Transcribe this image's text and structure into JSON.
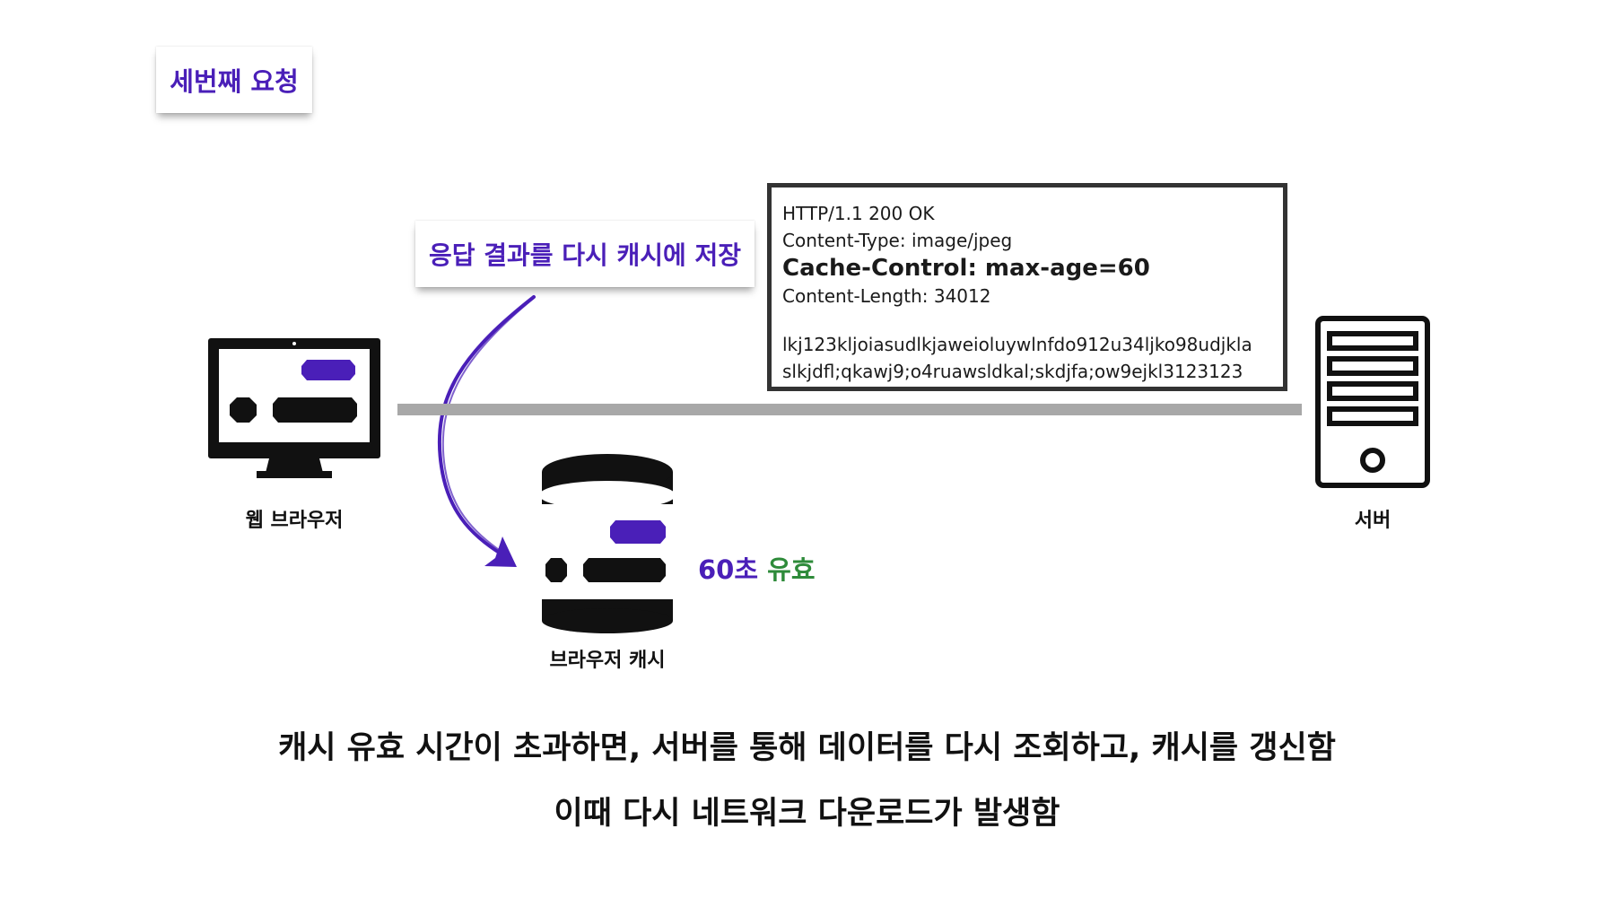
{
  "title_note": "세번째 요청",
  "saved_note": "응답 결과를 다시 캐시에 저장",
  "http_response": {
    "status_line": "HTTP/1.1 200 OK",
    "content_type": "Content-Type: image/jpeg",
    "cache_control": "Cache-Control: max-age=60",
    "content_length": "Content-Length: 34012",
    "body_line_1": "lkj123kljoiasudlkjaweioluywlnfdo912u34ljko98udjkla",
    "body_line_2": "slkjdfl;qkawj9;o4ruawsldkal;skdjfa;ow9ejkl3123123"
  },
  "browser_label": "웹 브라우저",
  "server_label": "서버",
  "cache_label": "브라우저 캐시",
  "validity": {
    "seconds": "60초",
    "valid": "유효"
  },
  "captions": {
    "line_1": "캐시 유효 시간이 초과하면, 서버를 통해 데이터를 다시 조회하고, 캐시를 갱신함",
    "line_2": "이때 다시 네트워크 다운로드가 발생함"
  },
  "colors": {
    "accent_purple": "#4a1fb8",
    "valid_green": "#2e8b3a",
    "network_line": "#a8a8a8"
  },
  "icons": {
    "browser": "monitor-icon",
    "server": "server-tower-icon",
    "cache": "database-cylinder-icon",
    "arrow": "curved-arrow-icon"
  }
}
